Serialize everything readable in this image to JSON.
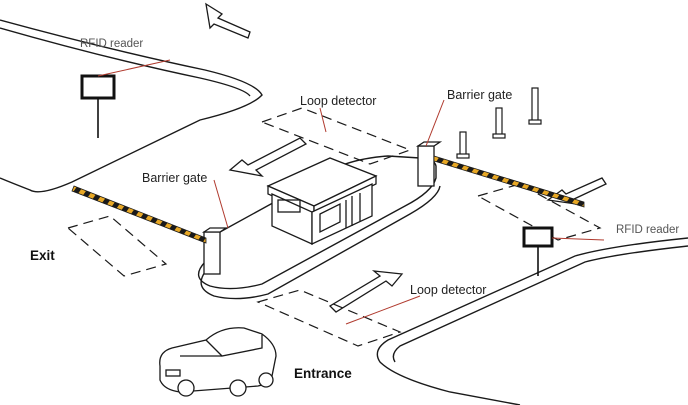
{
  "labels": {
    "rfid_reader_left": "RFID reader",
    "rfid_reader_right": "RFID reader",
    "loop_detector_top": "Loop detector",
    "loop_detector_bottom": "Loop detector",
    "barrier_gate_left": "Barrier gate",
    "barrier_gate_right": "Barrier gate",
    "exit": "Exit",
    "entrance": "Entrance"
  },
  "colors": {
    "line": "#1a1a1a",
    "leader": "#b03a2e",
    "barrier_stripe": "#e8a825",
    "booth_fill": "#ffffff"
  },
  "icons": [
    "rfid-reader-icon",
    "barrier-gate-icon",
    "bollard-icon",
    "car-icon",
    "guard-booth-icon",
    "direction-arrow-icon"
  ]
}
